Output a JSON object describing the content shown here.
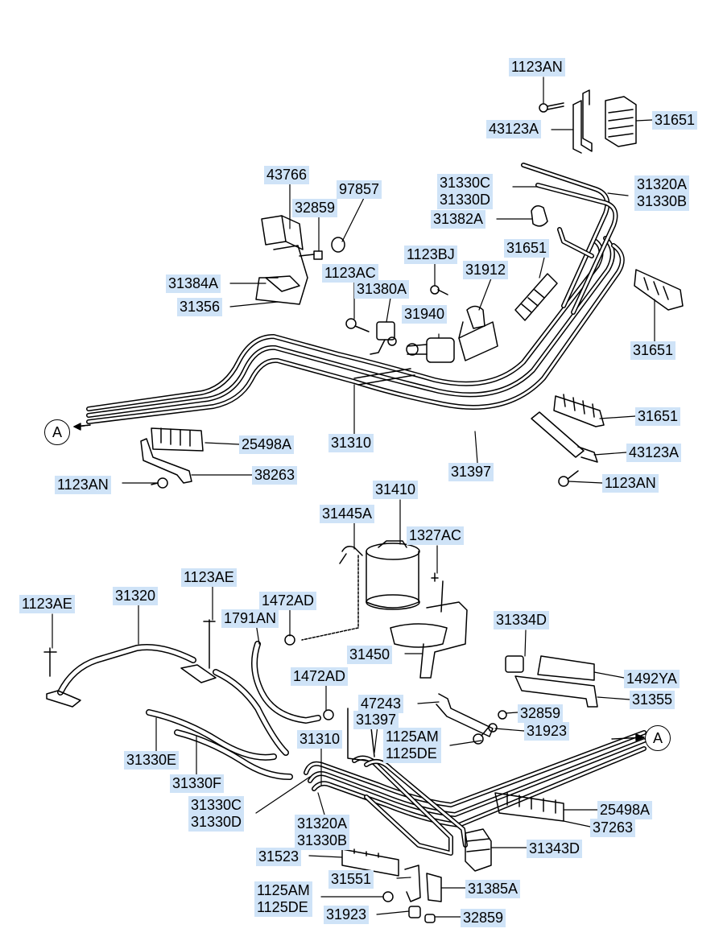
{
  "labels": {
    "l_1123AN_top": "1123AN",
    "l_43123A_top": "43123A",
    "l_31651_top": "31651",
    "l_43766": "43766",
    "l_97857": "97857",
    "l_32859_top": "32859",
    "l_31330C_31330D_top": "31330C\n31330D",
    "l_31320A_31330B_top": "31320A\n31330B",
    "l_31382A": "31382A",
    "l_1123BJ": "1123BJ",
    "l_31651_mid": "31651",
    "l_31384A": "31384A",
    "l_1123AC": "1123AC",
    "l_31912": "31912",
    "l_31356": "31356",
    "l_31380A": "31380A",
    "l_31940": "31940",
    "l_31651_right": "31651",
    "l_31651_lower": "31651",
    "l_25498A_left": "25498A",
    "l_31310_top": "31310",
    "l_43123A_lower": "43123A",
    "l_31397_top": "31397",
    "l_38263": "38263",
    "l_1123AN_left": "1123AN",
    "l_1123AN_right": "1123AN",
    "l_31410": "31410",
    "l_31445A": "31445A",
    "l_1327AC": "1327AC",
    "l_1123AE_a": "1123AE",
    "l_31320": "31320",
    "l_1123AE_b": "1123AE",
    "l_1472AD_a": "1472AD",
    "l_1791AN": "1791AN",
    "l_31334D": "31334D",
    "l_31450": "31450",
    "l_1492YA": "1492YA",
    "l_1472AD_b": "1472AD",
    "l_31355": "31355",
    "l_47243": "47243",
    "l_32859_mid": "32859",
    "l_31397_mid": "31397",
    "l_31923_mid": "31923",
    "l_1125AM_1125DE_mid": "1125AM\n1125DE",
    "l_31310_bot": "31310",
    "l_31330E": "31330E",
    "l_31330F": "31330F",
    "l_31330C_31330D_bot": "31330C\n31330D",
    "l_25498A_right": "25498A",
    "l_31320A_31330B_bot": "31320A\n31330B",
    "l_37263": "37263",
    "l_31523": "31523",
    "l_31343D": "31343D",
    "l_31551": "31551",
    "l_31385A": "31385A",
    "l_1125AM_1125DE_bot": "1125AM\n1125DE",
    "l_31923_bot": "31923",
    "l_32859_bot": "32859"
  },
  "markers": {
    "left_ref": "A",
    "right_ref": "A"
  },
  "colors": {
    "label_bg": "#cfe3f7",
    "line": "#000000"
  }
}
